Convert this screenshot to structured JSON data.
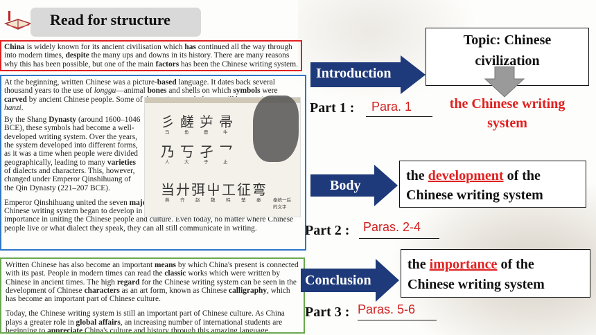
{
  "header": {
    "title": "Read for structure"
  },
  "passage": {
    "intro_html": "<span class=\"bold\">China</span> is widely known for its ancient civilisation which <span class=\"bold\">has</span> continued all the way through into modern times, <span class=\"bold\">despite</span> the many ups and downs in its history. There are many reasons why this has been possible, but one of the main <span class=\"bold\">factors</span> has been the Chinese writing system.",
    "body_p1_html": "At the beginning, written Chinese was a picture-<span class=\"bold\">based</span> language. It dates back several thousand years to the use of <i>longgu</i>—animal <span class=\"bold\">bones</span> and shells on which <span class=\"bold\">symbols</span> were <span class=\"bold\">carved</span> by ancient Chinese people. Some of the ancient symbols can still be seen in today's <i>hanzi</i>.",
    "body_p2_html": "By the Shang <span class=\"bold\">Dynasty</span> (around 1600–1046 BCE), these symbols had become a well-developed writing system. Over the years, the system developed into different forms, as it was a time when people were divided geographically, leading to many <span class=\"bold\">varieties</span> of dialects and characters. This, however, changed under Emperor Qinshihuang of the Qin Dynasty (221–207 BCE).",
    "body_p3_html": "Emperor Qinshihuang united the seven <span class=\"bold\">major</span> states into one unified country where the Chinese writing system began to develop in one direction. That writing system was of great importance in uniting the Chinese people and culture. Even today, no matter where Chinese people live or what dialect they speak, they can all still communicate in writing.",
    "concl_p1_html": "Written Chinese has also become an important <span class=\"bold\">means</span> by which China's present is connected with its past. People in modern times can read the <span class=\"bold\">classic</span> works which were written by Chinese in ancient times. The high <span class=\"bold\">regard</span> for the Chinese writing system can be seen in the development of Chinese <span class=\"bold\">characters</span> as an art form, known as Chinese <span class=\"bold\">calligraphy</span>, which has become an important part of Chinese culture.",
    "concl_p2_html": "Today, the Chinese writing system is still an important part of Chinese culture. As China plays a greater role in <span class=\"bold\">global affairs</span>, an increasing number of international students are beginning to <span class=\"bold\">appreciate</span> China's culture and history through this amazing language."
  },
  "figure": {
    "row1": [
      "马",
      "鱼",
      "鹿",
      "牛"
    ],
    "row2": [
      "人",
      "大",
      "子",
      "止"
    ],
    "row3": [
      "燕",
      "齐",
      "赵",
      "魏",
      "韩",
      "楚",
      "秦"
    ],
    "row3_last_label": "秦统一后\n的文字"
  },
  "structure": {
    "introduction": {
      "arrow_label": "Introduction",
      "part_label": "Part 1 :",
      "answer": "Para. 1"
    },
    "body": {
      "arrow_label": "Body",
      "part_label": "Part 2 :",
      "answer": "Paras. 2-4"
    },
    "conclusion": {
      "arrow_label": "Conclusion",
      "part_label": "Part 3 :",
      "answer": "Paras. 5-6"
    }
  },
  "topic_box": {
    "line1": "Topic: Chinese",
    "line2": "civilization",
    "answer_line1": "the Chinese writing",
    "answer_line2": "system"
  },
  "body_box": {
    "pre": "the ",
    "keyword": "development",
    "post": " of the",
    "line2": "Chinese writing system"
  },
  "conclusion_box": {
    "pre": "the ",
    "keyword": "importance",
    "post": " of the",
    "line2": "Chinese writing system"
  },
  "colors": {
    "arrow": "#1f3a7a",
    "answer_red": "#e02020",
    "intro_border": "#e02020",
    "body_border": "#2e75c8",
    "concl_border": "#6aa84f"
  }
}
